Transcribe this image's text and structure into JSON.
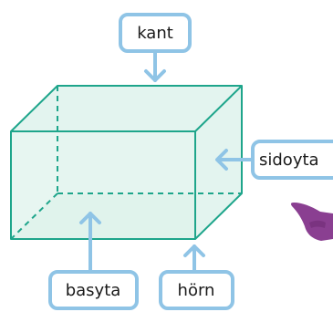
{
  "labels": {
    "kant": "kant",
    "sidoyta": "sidoyta",
    "basyta": "basyta",
    "horn": "hörn"
  },
  "colors": {
    "prism_fill": "#e3f4ef",
    "prism_base_fill": "#cfe9de",
    "prism_edge": "#1ea58b",
    "callout_border": "#8fc4e6",
    "arrow": "#8fc4e6",
    "hand": "#8a3f91",
    "text": "#1a1a1a",
    "background": "#ffffff"
  }
}
